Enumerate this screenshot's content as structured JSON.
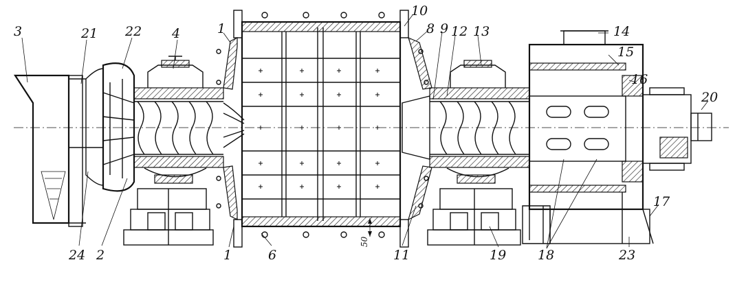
{
  "labels": {
    "l1a": "1",
    "l1b": "1",
    "l2": "2",
    "l3": "3",
    "l4": "4",
    "l6": "6",
    "l8": "8",
    "l9": "9",
    "l10": "10",
    "l11": "11",
    "l12": "12",
    "l13": "13",
    "l14": "14",
    "l15": "15",
    "l16": "16",
    "l17": "17",
    "l18": "18",
    "l19": "19",
    "l20": "20",
    "l21": "21",
    "l22": "22",
    "l23": "23",
    "l24": "24",
    "dim50": "50"
  }
}
